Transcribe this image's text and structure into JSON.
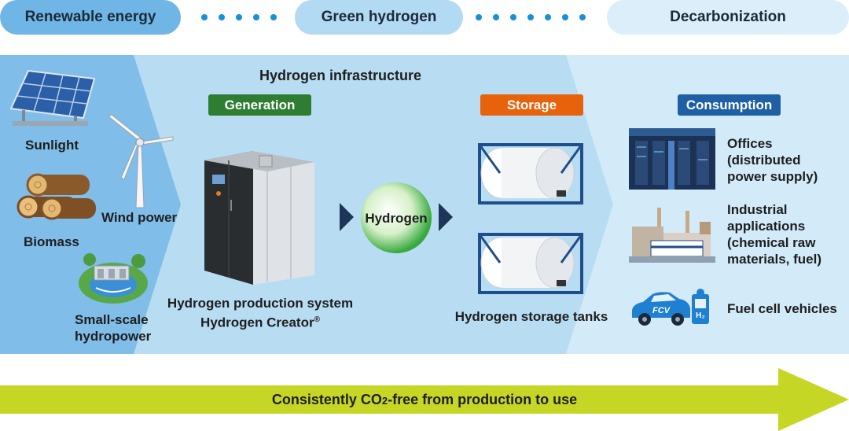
{
  "flow": {
    "stage1": "Renewable energy",
    "stage2": "Green hydrogen",
    "stage3": "Decarbonization"
  },
  "panel_title": "Hydrogen infrastructure",
  "sources": {
    "sunlight": "Sunlight",
    "wind": "Wind power",
    "biomass": "Biomass",
    "hydro_line1": "Small-scale",
    "hydro_line2": "hydropower"
  },
  "generation": {
    "tag": "Generation",
    "caption_line1": "Hydrogen production system",
    "caption_line2": "Hydrogen Creator",
    "reg_mark": "®"
  },
  "hydrogen_label": "Hydrogen",
  "storage": {
    "tag": "Storage",
    "caption": "Hydrogen storage tanks"
  },
  "consumption": {
    "tag": "Consumption",
    "offices": [
      "Offices",
      "(distributed",
      "power supply)"
    ],
    "industrial": [
      "Industrial",
      "applications",
      "(chemical raw",
      "materials, fuel)"
    ],
    "vehicles": "Fuel cell vehicles",
    "fcv_text": "FCV",
    "h2_text": "H₂"
  },
  "bottom_arrow": {
    "text_pre": "Consistently CO",
    "text_sub": "2",
    "text_post": "-free from production to use"
  },
  "colors": {
    "generation_tag": "#2e7d32",
    "storage_tag": "#e8620c",
    "consumption_tag": "#1f5fa6",
    "panel_bg": "#b7dbf1",
    "left_band": "#7ebbe8",
    "bottom_arrow": "#c6d625",
    "dot_blue": "#1a8fd3"
  }
}
